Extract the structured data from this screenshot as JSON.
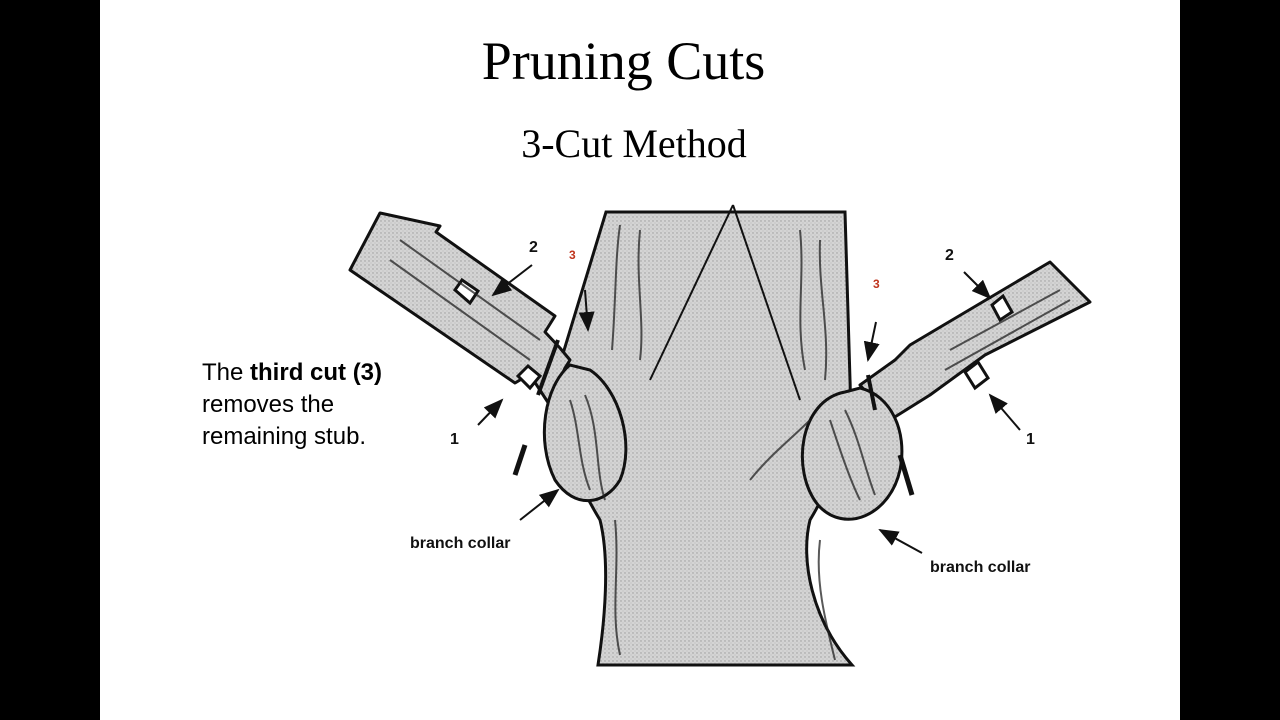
{
  "slide": {
    "title": "Pruning Cuts",
    "subtitle": "3-Cut Method",
    "caption": {
      "prefix": "The ",
      "bold": "third cut (3)",
      "line2": "removes the",
      "line3": "remaining stub."
    }
  },
  "labels": {
    "left_cut2": "2",
    "left_cut3": "3",
    "left_cut1": "1",
    "left_collar": "branch collar",
    "right_cut2": "2",
    "right_cut3": "3",
    "right_cut1": "1",
    "right_collar": "branch collar"
  },
  "colors": {
    "cut3_label": "#c0341d",
    "background": "#000000",
    "slide": "#ffffff"
  }
}
